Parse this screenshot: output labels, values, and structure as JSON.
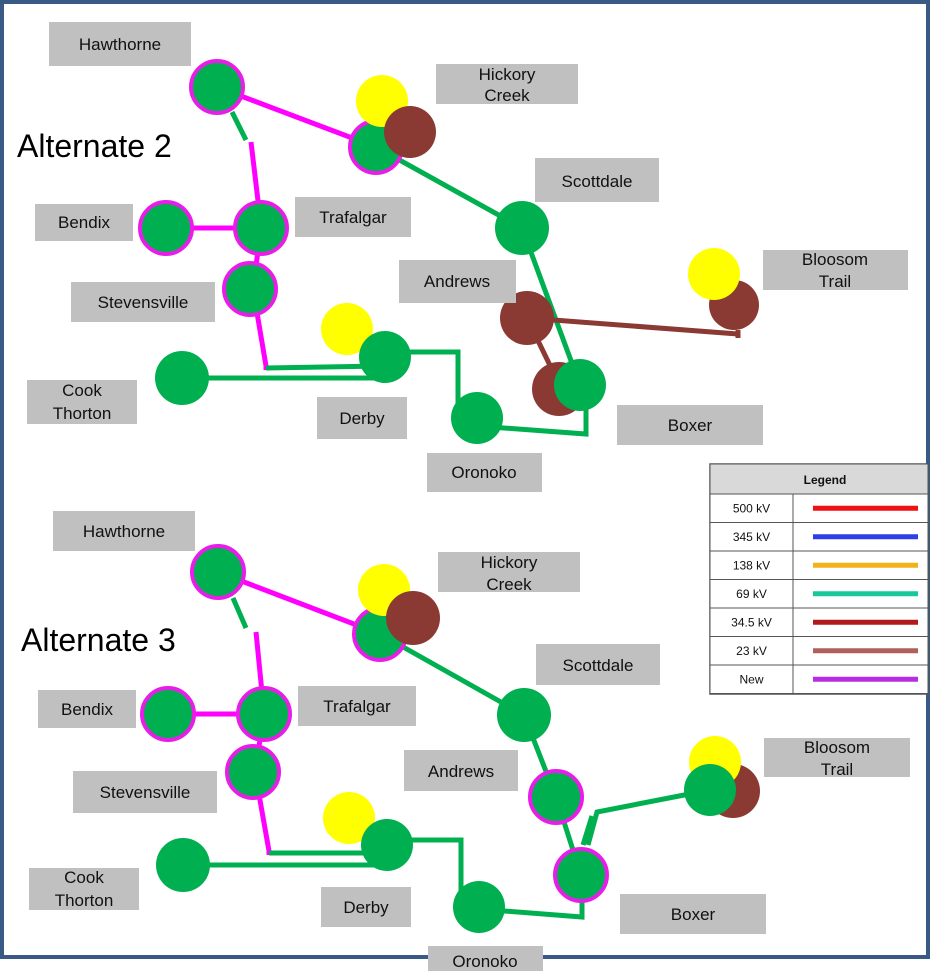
{
  "alternates": [
    {
      "title": "Alternate 2",
      "labels": {
        "hawthorne": [
          "Hawthorne"
        ],
        "hickory_creek": [
          "Hickory",
          "Creek"
        ],
        "scottdale": [
          "Scottdale"
        ],
        "bendix": [
          "Bendix"
        ],
        "trafalgar": [
          "Trafalgar"
        ],
        "stevensville": [
          "Stevensville"
        ],
        "andrews": [
          "Andrews"
        ],
        "bloosom_trail": [
          "Bloosom",
          "Trail"
        ],
        "cook_thorton": [
          "Cook",
          "Thorton"
        ],
        "derby": [
          "Derby"
        ],
        "boxer": [
          "Boxer"
        ],
        "oronoko": [
          "Oronoko"
        ]
      }
    },
    {
      "title": "Alternate 3",
      "labels": {
        "hawthorne": [
          "Hawthorne"
        ],
        "hickory_creek": [
          "Hickory",
          "Creek"
        ],
        "scottdale": [
          "Scottdale"
        ],
        "bendix": [
          "Bendix"
        ],
        "trafalgar": [
          "Trafalgar"
        ],
        "stevensville": [
          "Stevensville"
        ],
        "andrews": [
          "Andrews"
        ],
        "bloosom_trail": [
          "Bloosom",
          "Trail"
        ],
        "cook_thorton": [
          "Cook",
          "Thorton"
        ],
        "derby": [
          "Derby"
        ],
        "boxer": [
          "Boxer"
        ],
        "oronoko": [
          "Oronoko"
        ]
      }
    }
  ],
  "legend": {
    "title": "Legend",
    "rows": [
      {
        "label": "500 kV",
        "color": "#ee1111"
      },
      {
        "label": "345 kV",
        "color": "#2e3fe8"
      },
      {
        "label": "138 kV",
        "color": "#f2b21a"
      },
      {
        "label": "69 kV",
        "color": "#17c99a"
      },
      {
        "label": "34.5 kV",
        "color": "#b01a1a"
      },
      {
        "label": "23 kV",
        "color": "#b0605a"
      },
      {
        "label": "New",
        "color": "#b72ee0"
      }
    ]
  },
  "colors": {
    "substation": "#00b050",
    "new_outline": "#e81ee8",
    "yellow_marker": "#ffff00",
    "brown_marker": "#8b3a33",
    "label_box": "#c0c0c0",
    "frame": "#3a5a86"
  }
}
